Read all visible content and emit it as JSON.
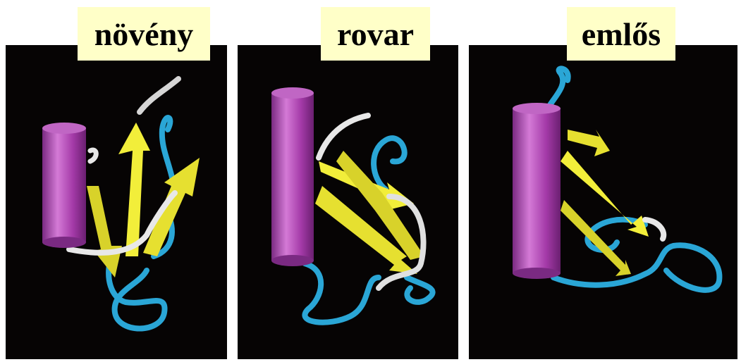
{
  "panels": [
    {
      "label": "növény"
    },
    {
      "label": "rovar"
    },
    {
      "label": "emlős"
    }
  ],
  "colors": {
    "background": "#060404",
    "helix": "#a43aa8",
    "sheet": "#f2ee3a",
    "loop": "#2aa6d6",
    "coil": "#e8e8e8",
    "label_bg": "#ffffc8"
  }
}
